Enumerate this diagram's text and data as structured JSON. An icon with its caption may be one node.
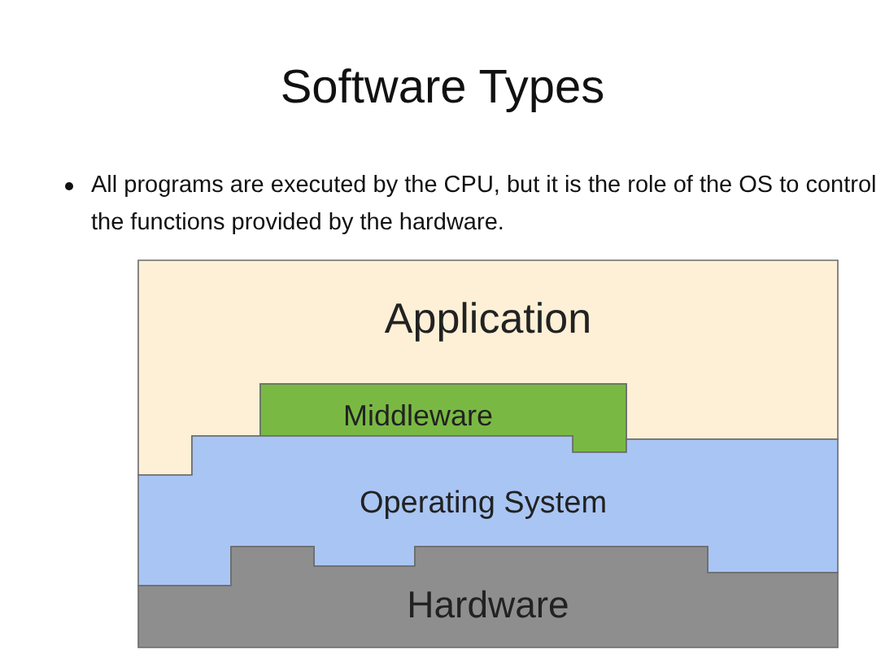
{
  "diagram": {
    "title": "Software Types",
    "nodes": [
      {
        "text": [
          "Application"
        ]
      },
      {
        "text": [
          "Middleware"
        ]
      },
      {
        "text": [
          "Operating System"
        ]
      },
      {
        "text": [
          "Hardware"
        ]
      }
    ],
    "labels": [
      "All programs are executed by the CPU, but it is the role of the OS to control the functions provided by the hardware."
    ]
  }
}
